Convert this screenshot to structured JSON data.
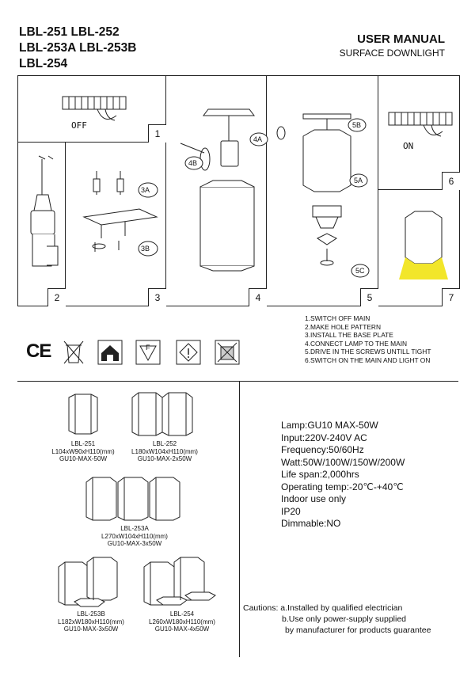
{
  "header": {
    "models_line1": "LBL-251 LBL-252",
    "models_line2": "LBL-253A LBL-253B",
    "models_line3": "LBL-254",
    "title": "USER MANUAL",
    "subtitle": "SURFACE DOWNLIGHT"
  },
  "steps_panel": {
    "numbers": [
      "1",
      "2",
      "3",
      "4",
      "5",
      "6",
      "7"
    ],
    "labels": {
      "off": "OFF",
      "on": "ON",
      "s3a": "3A",
      "s3b": "3B",
      "s4a": "4A",
      "s4b": "4B",
      "s5a": "5A",
      "s5b": "5B",
      "s5c": "5C"
    }
  },
  "instructions": [
    "1.SWITCH OFF MAIN",
    "2.MAKE HOLE PATTERN",
    "3.INSTALL THE BASE PLATE",
    "4.CONNECT LAMP TO THE MAIN",
    "5.DRIVE IN THE SCREWS UNTILL TIGHT",
    "6.SWITCH ON THE MAIN AND LIGHT ON"
  ],
  "cert_icons": {
    "ce": "CE",
    "f_mark": "F"
  },
  "products": [
    {
      "model": "LBL-251",
      "dims": "L104xW90xH110(mm)",
      "lamp": "GU10-MAX-50W"
    },
    {
      "model": "LBL-252",
      "dims": "L180xW104xH110(mm)",
      "lamp": "GU10-MAX-2x50W"
    },
    {
      "model": "LBL-253A",
      "dims": "L270xW104xH110(mm)",
      "lamp": "GU10-MAX-3x50W"
    },
    {
      "model": "LBL-253B",
      "dims": "L182xW180xH110(mm)",
      "lamp": "GU10-MAX-3x50W"
    },
    {
      "model": "LBL-254",
      "dims": "L260xW180xH110(mm)",
      "lamp": "GU10-MAX-4x50W"
    }
  ],
  "specs": [
    "Lamp:GU10 MAX-50W",
    "Input:220V-240V AC",
    "Frequency:50/60Hz",
    "Watt:50W/100W/150W/200W",
    "Life span:2,000hrs",
    "Operating temp:-20℃-+40℃",
    "Indoor use only",
    "IP20",
    "Dimmable:NO"
  ],
  "cautions": {
    "line1": "Cautions: a.Installed by qualified electrician",
    "line2": "b.Use only power-supply supplied",
    "line3": "by manufacturer for products guarantee"
  },
  "colors": {
    "line": "#222222",
    "light_beam": "#f2e62a"
  }
}
